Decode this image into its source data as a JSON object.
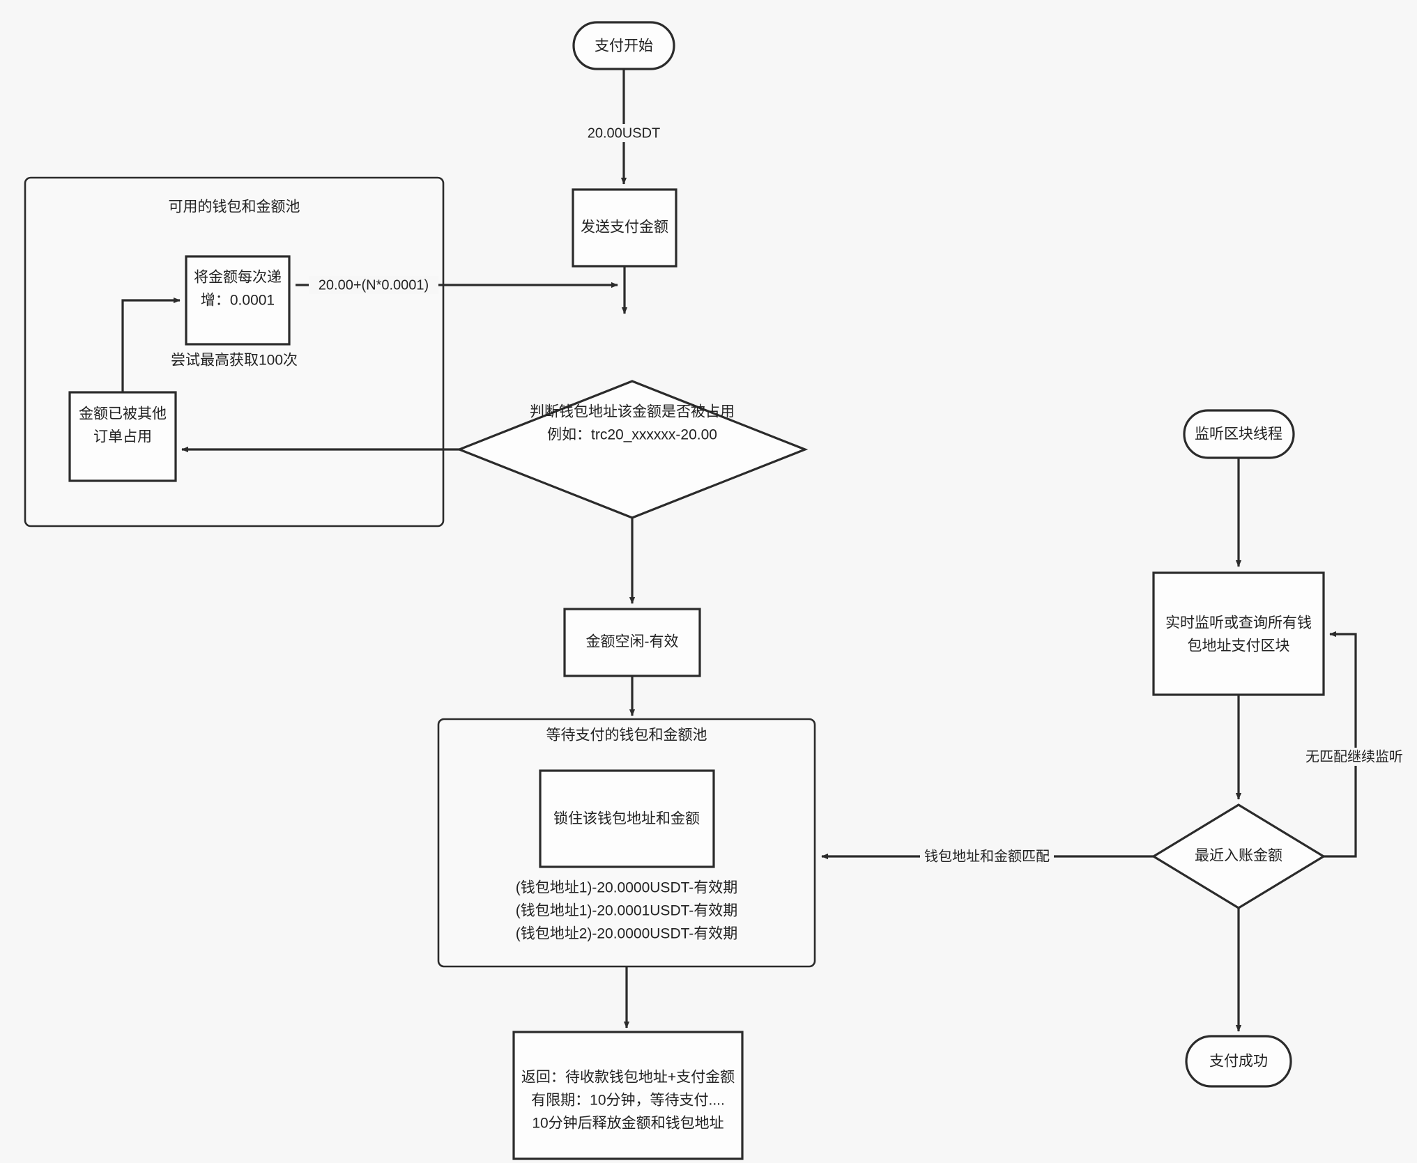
{
  "diagram": {
    "type": "flowchart",
    "direction": "top-down",
    "background_color": "#f7f7f7",
    "line_color": "#2b2b2b",
    "node_fill": "#fdfdfd",
    "text_color": "#232323"
  },
  "nodes": {
    "start": {
      "label": "支付开始",
      "shape": "stadium"
    },
    "send_amount": {
      "label": "发送支付金额",
      "shape": "rect"
    },
    "increment": {
      "label_line1": "将金额每次递",
      "label_line2": "增：0.0001",
      "shape": "rect"
    },
    "occupied": {
      "label_line1": "金额已被其他",
      "label_line2": "订单占用",
      "shape": "rect"
    },
    "decision_occupied": {
      "label_line1": "判断钱包地址该金额是否被占用",
      "label_line2": "例如：trc20_xxxxxx-20.00",
      "shape": "diamond"
    },
    "amount_free": {
      "label": "金额空闲-有效",
      "shape": "rect"
    },
    "lock_wallet": {
      "label": "锁住该钱包地址和金额",
      "shape": "rect"
    },
    "return_info": {
      "line1": "返回：待收款钱包地址+支付金额",
      "line2": "有限期：10分钟，等待支付....",
      "line3": "10分钟后释放金额和钱包地址",
      "shape": "rect"
    },
    "listen_thread": {
      "label": "监听区块线程",
      "shape": "stadium"
    },
    "monitor_blocks": {
      "label_line1": "实时监听或查询所有钱",
      "label_line2": "包地址支付区块",
      "shape": "rect"
    },
    "decision_recent": {
      "label": "最近入账金额",
      "shape": "diamond"
    },
    "pay_success": {
      "label": "支付成功",
      "shape": "stadium"
    }
  },
  "subgraphs": {
    "available_pool": {
      "title": "可用的钱包和金额池",
      "note": "尝试最高获取100次"
    },
    "waiting_pool": {
      "title": "等待支付的钱包和金额池",
      "entries": [
        "(钱包地址1)-20.0000USDT-有效期",
        "(钱包地址1)-20.0001USDT-有效期",
        "(钱包地址2)-20.0000USDT-有效期"
      ]
    }
  },
  "edges": [
    {
      "from": "start",
      "to": "send_amount",
      "label": "20.00USDT"
    },
    {
      "from": "increment",
      "to": "decision_occupied",
      "label": "20.00+(N*0.0001)"
    },
    {
      "from": "send_amount",
      "to": "decision_occupied",
      "label": ""
    },
    {
      "from": "decision_occupied",
      "to": "occupied",
      "label": ""
    },
    {
      "from": "occupied",
      "to": "increment",
      "label": ""
    },
    {
      "from": "decision_occupied",
      "to": "amount_free",
      "label": ""
    },
    {
      "from": "amount_free",
      "to": "waiting_pool",
      "label": ""
    },
    {
      "from": "waiting_pool",
      "to": "return_info",
      "label": ""
    },
    {
      "from": "listen_thread",
      "to": "monitor_blocks",
      "label": ""
    },
    {
      "from": "monitor_blocks",
      "to": "decision_recent",
      "label": ""
    },
    {
      "from": "decision_recent",
      "to": "monitor_blocks",
      "label": "无匹配继续监听"
    },
    {
      "from": "decision_recent",
      "to": "waiting_pool",
      "label": "钱包地址和金额匹配"
    },
    {
      "from": "decision_recent",
      "to": "pay_success",
      "label": ""
    }
  ]
}
